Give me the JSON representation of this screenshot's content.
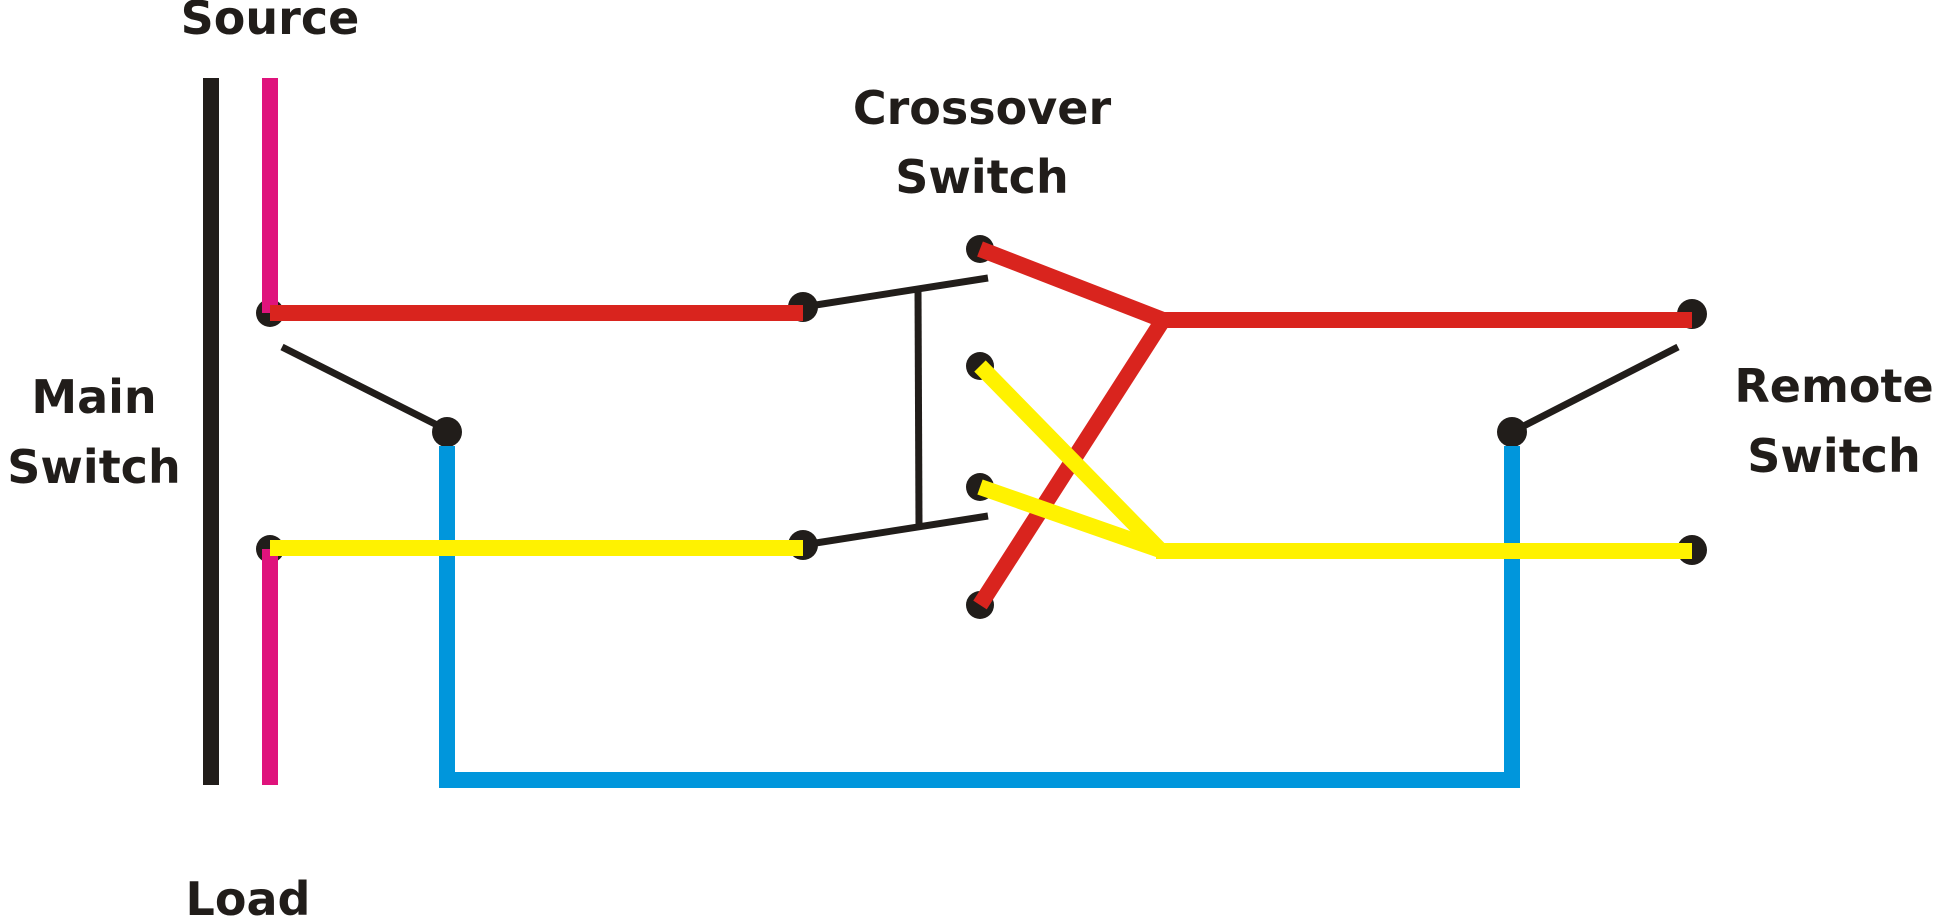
{
  "title": "Intermediate (crossover) switch wiring diagram",
  "labels": {
    "source": "Source",
    "load": "Load",
    "main_switch": [
      "Main",
      "Switch"
    ],
    "crossover_switch": [
      "Crossover",
      "Switch"
    ],
    "remote_switch": [
      "Remote",
      "Switch"
    ]
  },
  "colors": {
    "neutral_bus": "#211d1a",
    "live_supply": "#df137c",
    "strapper_1": "#d9241e",
    "strapper_2": "#fff200",
    "switched_return": "#0096dc",
    "switch_lever": "#211d1a",
    "terminal": "#211d1a"
  },
  "wires": [
    {
      "name": "neutral-bus",
      "color_key": "neutral_bus"
    },
    {
      "name": "source-live-wire",
      "color_key": "live_supply"
    },
    {
      "name": "load-live-wire",
      "color_key": "live_supply"
    },
    {
      "name": "red-strapper-wire",
      "color_key": "strapper_1"
    },
    {
      "name": "yellow-strapper-wire",
      "color_key": "strapper_2"
    },
    {
      "name": "blue-return-wire",
      "color_key": "switched_return"
    }
  ],
  "components": {
    "main_switch": {
      "type": "two-way switch",
      "terminals": 3
    },
    "crossover_switch": {
      "type": "intermediate switch",
      "terminals": 6
    },
    "remote_switch": {
      "type": "two-way switch",
      "terminals": 3
    }
  }
}
